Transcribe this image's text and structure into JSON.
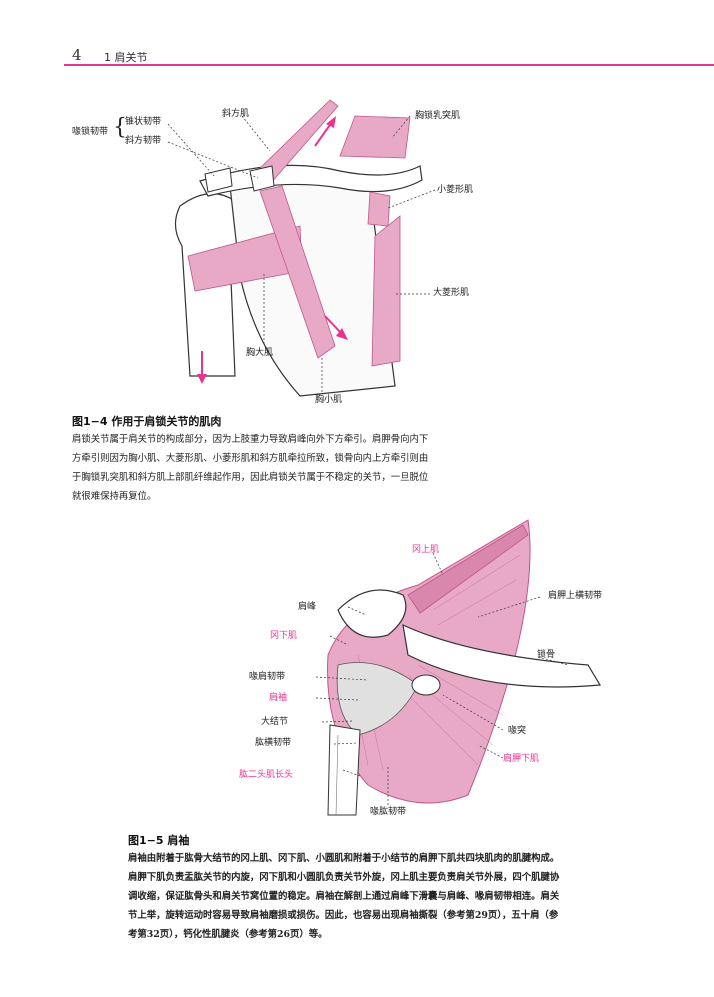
{
  "header": {
    "page_number": "4",
    "chapter": "1  肩关节"
  },
  "figure_1_4": {
    "label_group": "喙锁韧带",
    "labels": {
      "conoid": "锥状韧带",
      "trapezoid": "斜方韧带",
      "trapezius": "斜方肌",
      "scm": "胸锁乳突肌",
      "rh_minor": "小菱形肌",
      "rh_major": "大菱形肌",
      "pec_major": "胸大肌",
      "pec_minor": "胸小肌"
    },
    "caption_title": "图1−4    作用于肩锁关节的肌肉",
    "caption_lines": [
      "肩锁关节属于肩关节的构成部分，因为上肢重力导致肩峰向外下方牵引。肩胛骨向内下",
      "方牵引则因为胸小肌、大菱形肌、小菱形肌和斜方肌牵拉所致，锁骨向内上方牵引则由",
      "于胸锁乳突肌和斜方肌上部肌纤维起作用，因此肩锁关节属于不稳定的关节，一旦脱位",
      "就很难保持再复位。"
    ]
  },
  "figure_1_5": {
    "labels": {
      "supraspinatus": "冈上肌",
      "acromion": "肩峰",
      "sup_transverse": "肩胛上横韧带",
      "infraspinatus": "冈下肌",
      "clavicle": "锁骨",
      "coracoacromial": "喙肩韧带",
      "rotator_cuff": "肩袖",
      "greater_tub": "大结节",
      "transverse_humeral": "肱横韧带",
      "coracoid": "喙突",
      "subscapularis": "肩胛下肌",
      "biceps_long": "肱二头肌长头",
      "coracohumeral": "喙肱韧带"
    },
    "caption_title": "图1−5    肩袖",
    "caption_lines": [
      "肩袖由附着于肱骨大结节的冈上肌、冈下肌、小圆肌和附着于小结节的肩胛下肌共四块肌肉的肌腱构成。",
      "肩胛下肌负责盂肱关节的内旋，冈下肌和小圆肌负责关节外旋，冈上肌主要负责肩关节外展，四个肌腱协",
      "调收缩，保证肱骨头和肩关节窝位置的稳定。肩袖在解剖上通过肩峰下滑囊与肩峰、喙肩韧带相连。肩关",
      "节上举，旋转运动时容易导致肩袖磨损或损伤。因此，也容易出现肩袖撕裂（参考第29页），五十肩（参",
      "考第32页），钙化性肌腱炎（参考第26页）等。"
    ]
  },
  "colors": {
    "accent": "#e8338f",
    "muscle": "#e8a9c6",
    "muscle_line": "#c0568a"
  }
}
